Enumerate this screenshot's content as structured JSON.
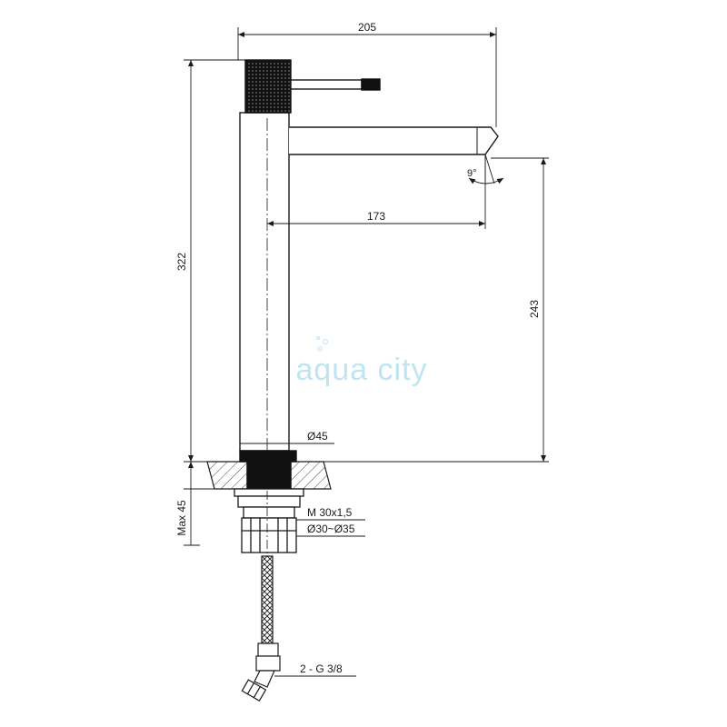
{
  "dimensions": {
    "total_width": "205",
    "spout_reach": "173",
    "total_height": "322",
    "spout_height": "243",
    "max_counter": "Max 45",
    "body_diameter": "Ø45",
    "thread": "M 30x1,5",
    "hole_diameter": "Ø30~Ø35",
    "connection": "2 - G 3/8",
    "angle": "9°"
  },
  "watermark": "aqua city",
  "colors": {
    "line": "#1a1a1a",
    "fill_dark": "#2a2a2a",
    "watermark": "#bfe4f2"
  }
}
